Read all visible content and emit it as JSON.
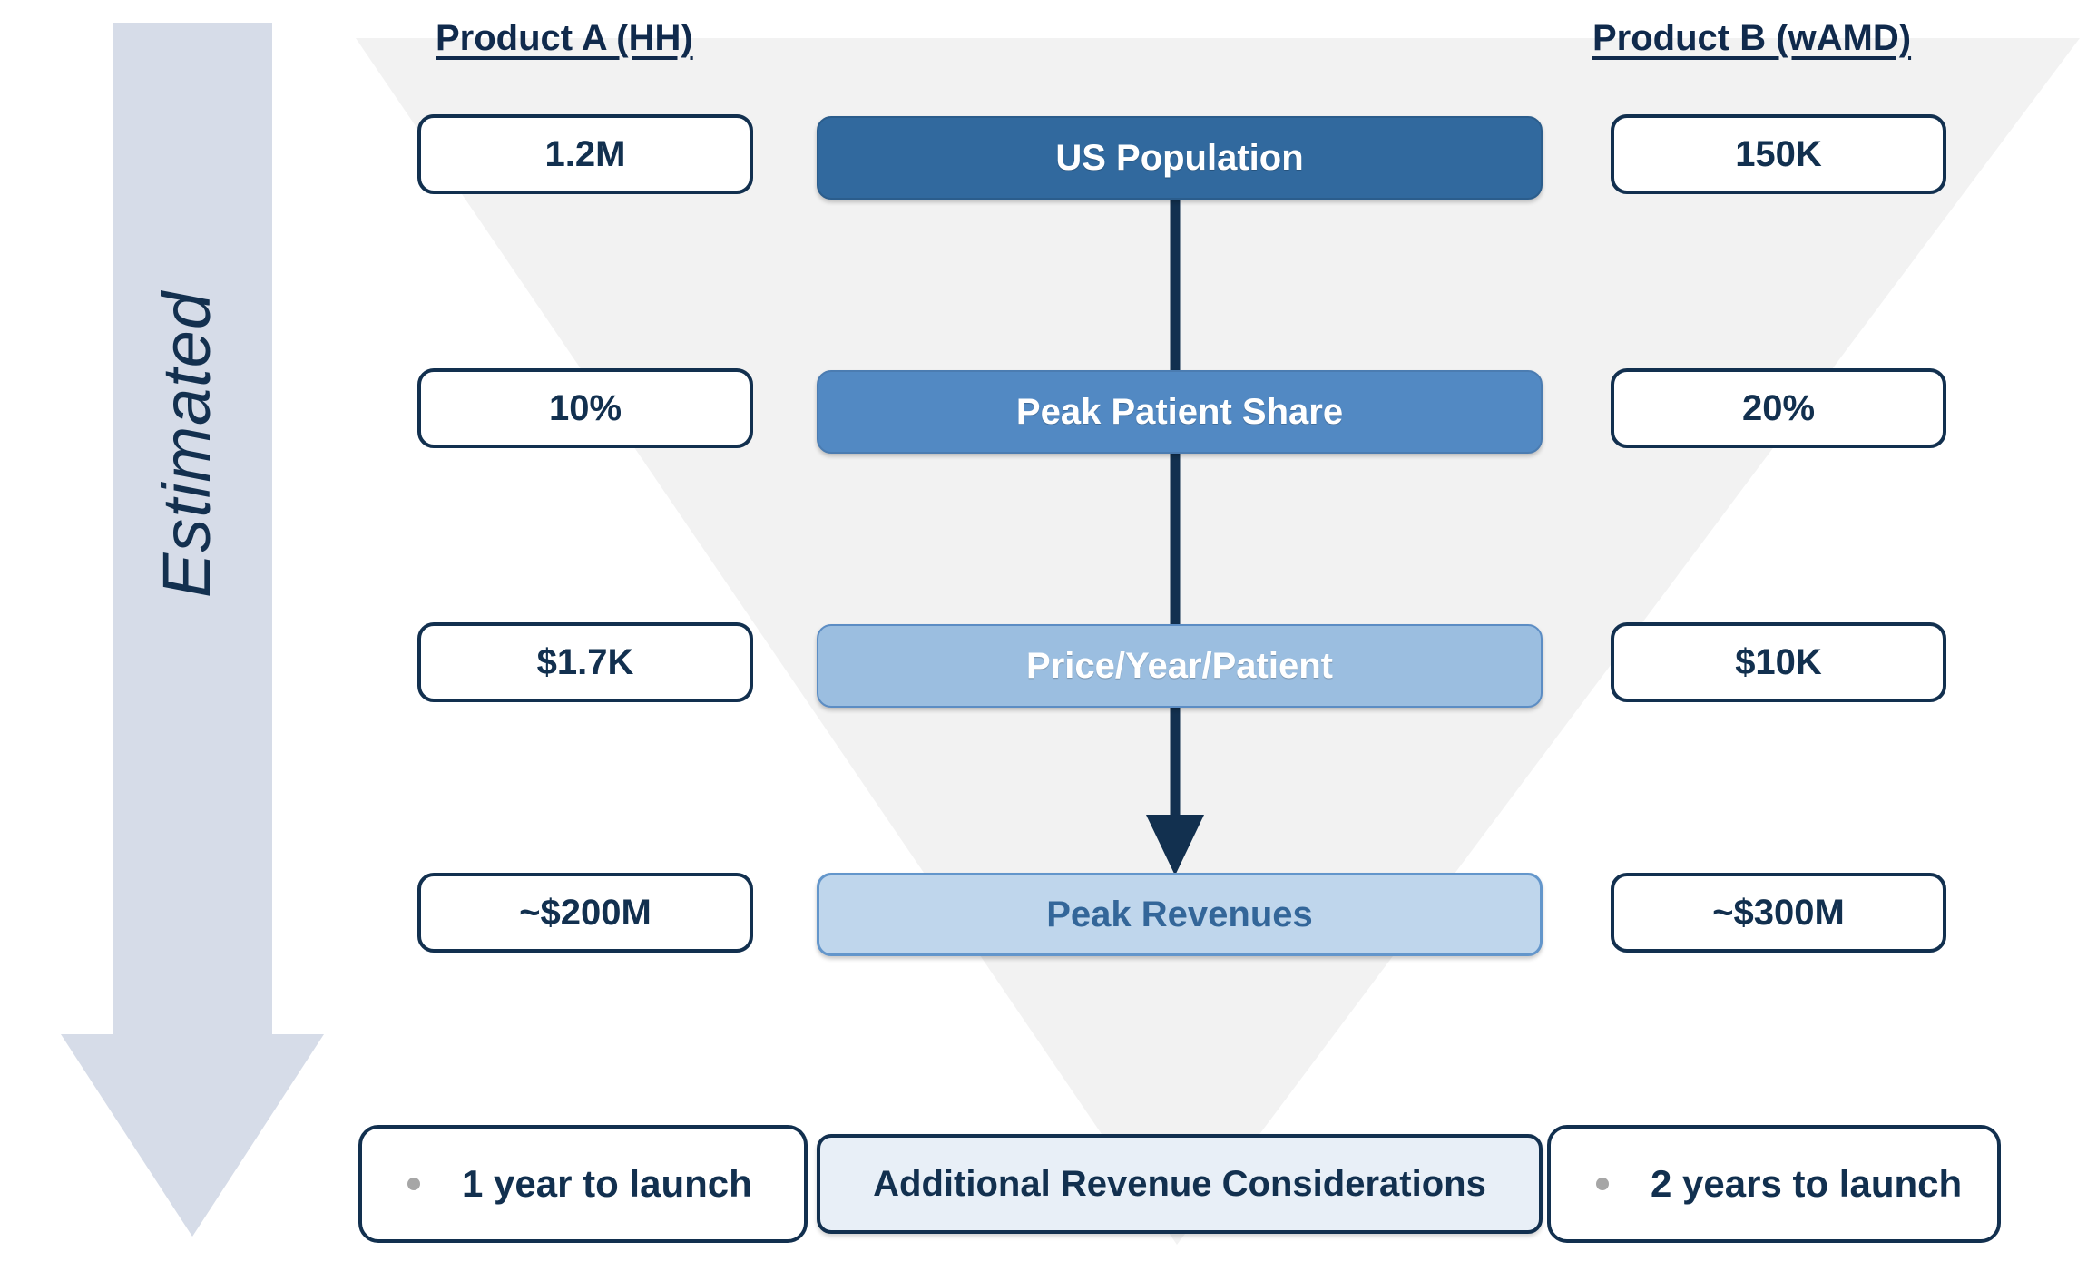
{
  "headers": {
    "left": "Product A (HH)",
    "right": "Product B (wAMD)"
  },
  "side_arrow": {
    "label": "Estimated",
    "color": "#D6DCE8"
  },
  "colors": {
    "navy": "#12304f",
    "bar_1": "#31699E",
    "bar_2": "#5289C3",
    "bar_3": "#9BBEE0",
    "bar_4": "#BFD6EC",
    "bar_4_text": "#336699",
    "funnel_bg": "#F2F2F2",
    "bullet": "#a6a6a6",
    "bottom_center_bg": "#E8EFF7"
  },
  "funnel": {
    "rows": [
      {
        "stage": "US Population",
        "left_value": "1.2M",
        "right_value": "150K"
      },
      {
        "stage": "Peak Patient Share",
        "left_value": "10%",
        "right_value": "20%"
      },
      {
        "stage": "Price/Year/Patient",
        "left_value": "$1.7K",
        "right_value": "$10K"
      },
      {
        "stage": "Peak Revenues",
        "left_value": "~$200M",
        "right_value": "~$300M"
      }
    ]
  },
  "bottom": {
    "left_note": "1 year to launch",
    "center_label": "Additional Revenue Considerations",
    "right_note": "2 years to launch"
  }
}
